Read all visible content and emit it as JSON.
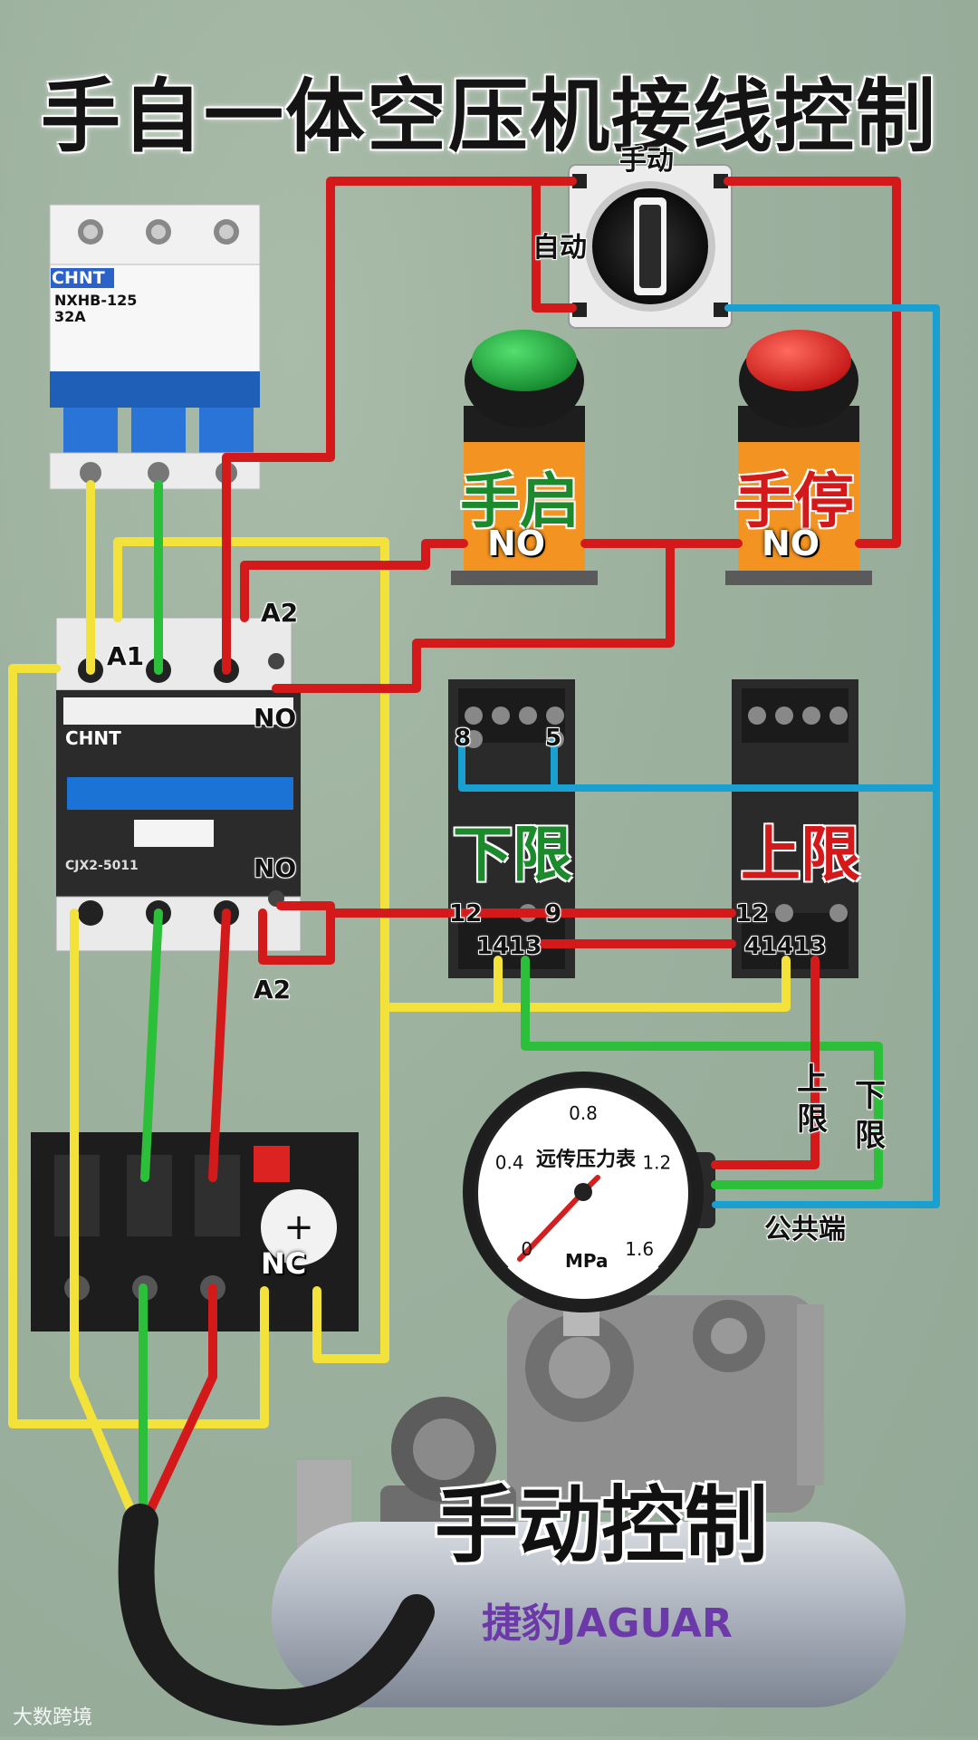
{
  "title": "手自一体空压机接线控制",
  "selector_switch": {
    "manual_label": "手动",
    "auto_label": "自动"
  },
  "breaker": {
    "brand": "CHNT",
    "model": "NXHB-125",
    "rating": "32A"
  },
  "contactor": {
    "brand": "CHNT",
    "model": "CJX2-5011",
    "a1_label": "A1",
    "a2_top_label": "A2",
    "a2_bottom_label": "A2",
    "no_top_label": "NO",
    "no_bottom_label": "NO"
  },
  "start_button": {
    "label": "手启",
    "contact": "NO"
  },
  "stop_button": {
    "label": "手停",
    "contact": "NO"
  },
  "lower_limit_relay": {
    "label": "下限",
    "terminal_top_left": "8",
    "terminal_top_right": "5",
    "terminal_mid_left": "12",
    "terminal_mid_right": "9",
    "terminal_bottom": "1413"
  },
  "upper_limit_relay": {
    "label": "上限",
    "terminal_mid_left": "12",
    "terminal_bottom": "41413"
  },
  "thermal_relay": {
    "nc_label": "NC"
  },
  "pressure_gauge": {
    "name": "远传压力表",
    "unit": "MPa",
    "ticks": [
      "0",
      "0.4",
      "0.8",
      "1.2",
      "1.6"
    ]
  },
  "gauge_wires": {
    "upper_limit_label": "上\n限",
    "lower_limit_label": "下\n限",
    "common_label": "公共端"
  },
  "compressor": {
    "brand": "捷豹JAGUAR"
  },
  "mode_caption": "手动控制",
  "watermark": "大数跨境",
  "colors": {
    "wire_red": "#d4191b",
    "wire_yellow": "#f2e23a",
    "wire_green": "#2cbf3a",
    "wire_blue": "#1aa0d0",
    "button_green": "#19a33a",
    "button_red": "#e5221f"
  }
}
